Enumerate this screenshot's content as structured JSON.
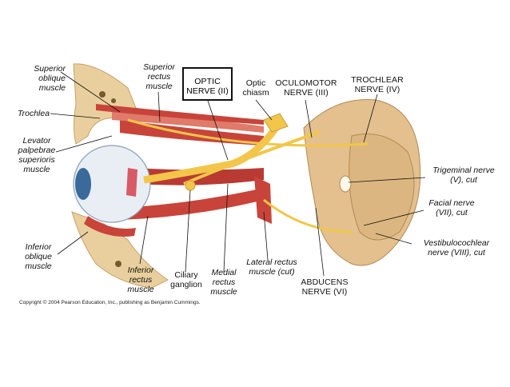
{
  "labels": {
    "superior_oblique": "Superior\noblique\nmuscle",
    "superior_rectus": "Superior\nrectus\nmuscle",
    "optic_nerve": "OPTIC\nNERVE (II)",
    "optic_chiasm": "Optic\nchiasm",
    "oculomotor": "OCULOMOTOR\nNERVE (III)",
    "trochlear": "TROCHLEAR\nNERVE (IV)",
    "trochlea": "Trochlea",
    "levator": "Levator\npalpebrae\nsuperioris\nmuscle",
    "trigeminal": "Trigeminal nerve\n(V), cut",
    "facial": "Facial nerve\n(VII), cut",
    "vestibulocochlear": "Vestibulocochlear\nnerve (VIII), cut",
    "inferior_oblique": "Inferior\noblique\nmuscle",
    "inferior_rectus": "Inferior\nrectus\nmuscle",
    "ciliary_ganglion": "Ciliary\nganglion",
    "medial_rectus": "Medial\nrectus\nmuscle",
    "lateral_rectus": "Lateral rectus\nmuscle (cut)",
    "abducens": "ABDUCENS\nNERVE (VI)"
  },
  "copyright": "Copyright © 2004 Pearson Education, Inc., publishing as Benjamin Cummings.",
  "colors": {
    "bone": "#e9cf9e",
    "bone_dark": "#c9a06a",
    "muscle": "#c8443a",
    "muscle_light": "#e07a6a",
    "nerve": "#f2c64a",
    "brain": "#e3c08e",
    "eye_white": "#e8eef4",
    "iris": "#3a6a9a"
  }
}
